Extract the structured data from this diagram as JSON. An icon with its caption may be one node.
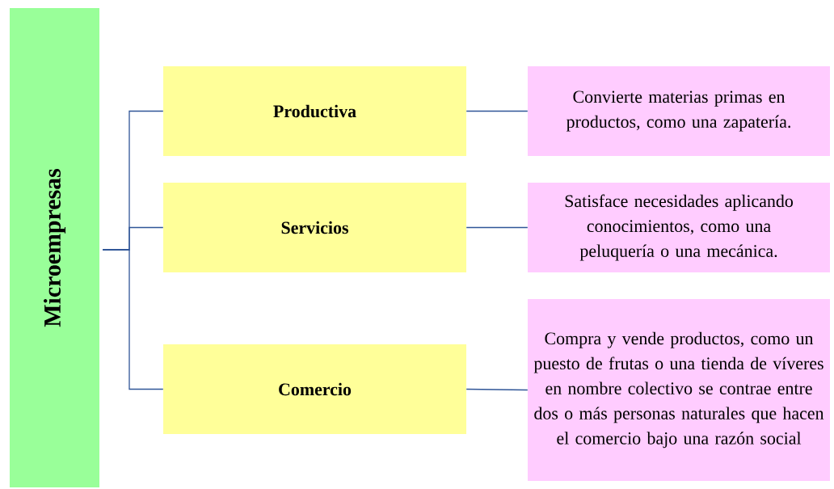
{
  "diagram": {
    "nodes": [
      {
        "text": [
          "Microempresas"
        ]
      },
      {
        "text": [
          "Productiva"
        ]
      },
      {
        "text": [
          "Servicios"
        ]
      },
      {
        "text": [
          "Comercio"
        ]
      },
      {
        "text": [
          "Convierte materias primas en productos, como una zapatería."
        ]
      },
      {
        "text": [
          "Satisface necesidades aplicando conocimientos, como una peluquería o una mecánica."
        ]
      },
      {
        "text": [
          "Compra y vende productos, como un puesto de frutas o una tienda de víveres en nombre colectivo se contrae entre dos o más personas naturales que hacen el comercio bajo una razón social"
        ]
      }
    ],
    "edges": [
      {
        "from": 0,
        "to": 1,
        "arrow": "none"
      },
      {
        "from": 0,
        "to": 2,
        "arrow": "none"
      },
      {
        "from": 0,
        "to": 3,
        "arrow": "none"
      },
      {
        "from": 1,
        "to": 4,
        "arrow": "none"
      },
      {
        "from": 2,
        "to": 5,
        "arrow": "none"
      },
      {
        "from": 3,
        "to": 6,
        "arrow": "none"
      }
    ]
  }
}
